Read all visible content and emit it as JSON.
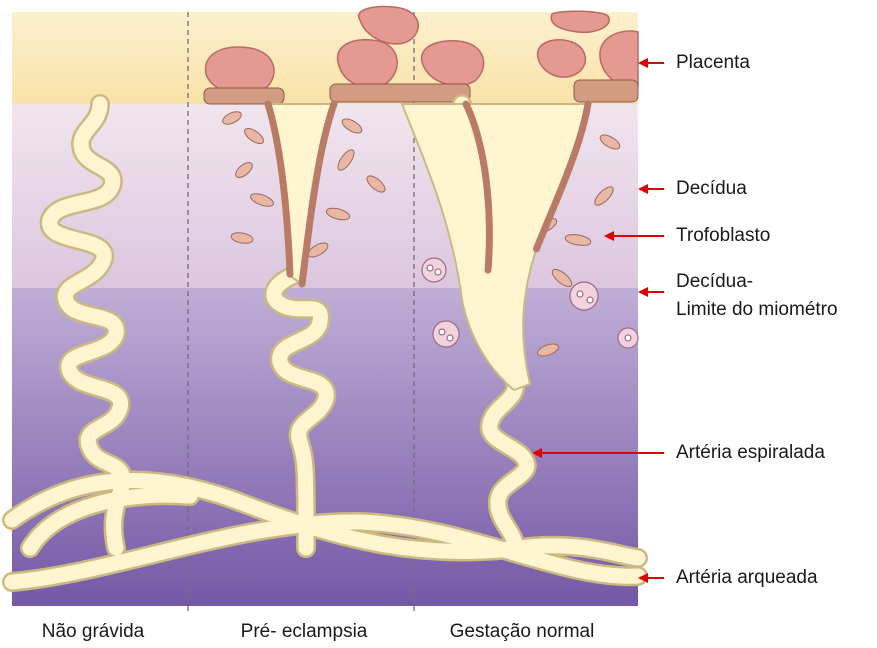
{
  "labels": {
    "placenta": "Placenta",
    "decidua": "Decídua",
    "trofoblasto": "Trofoblasto",
    "limite_line1": "Decídua-",
    "limite_line2": "Limite do miométro",
    "arteria_espiralada": "Artéria espiralada",
    "arteria_arqueada": "Artéria arqueada"
  },
  "columns": [
    "Não grávida",
    "Pré- eclampsia",
    "Gestação normal"
  ],
  "colors": {
    "placenta_band": "#fbe7b5",
    "decidua_top": "#ecdcea",
    "decidua_bottom": "#d9c2dd",
    "myometrium_top": "#b9a6d2",
    "myometrium_bottom": "#7d62ad",
    "vessel_fill": "#fff6d3",
    "vessel_outline": "#d9c58e",
    "placental_villus": "#e59a91",
    "trophoblast": "#c98a72",
    "arrow": "#e00000"
  }
}
